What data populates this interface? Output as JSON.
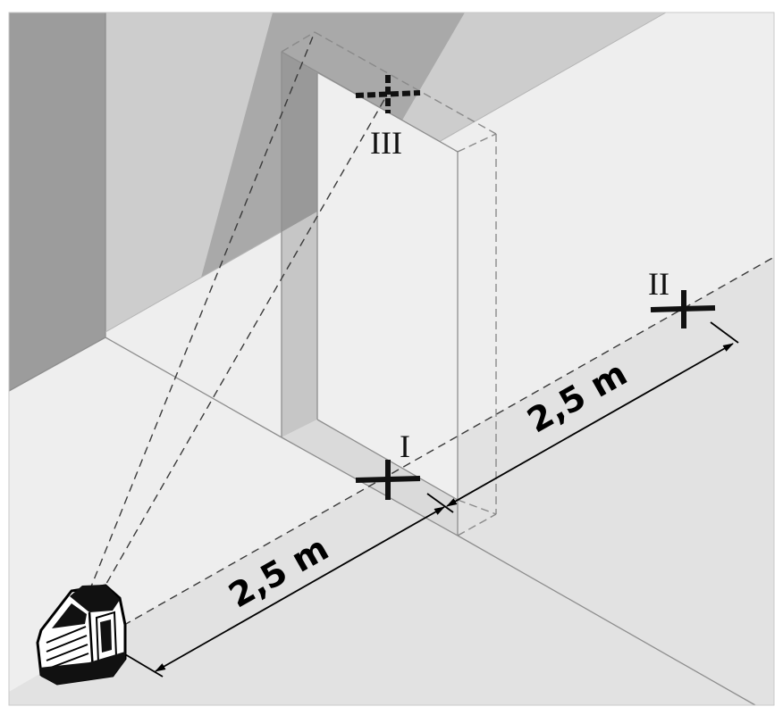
{
  "markers": {
    "position_1": "I",
    "position_2": "II",
    "position_3": "III"
  },
  "dimensions": {
    "laser_to_position_1": "2,5 m",
    "position_1_to_position_2": "2,5 m"
  },
  "icons": {
    "device": "laser-level-device",
    "cross": "laser-cross-marker"
  }
}
